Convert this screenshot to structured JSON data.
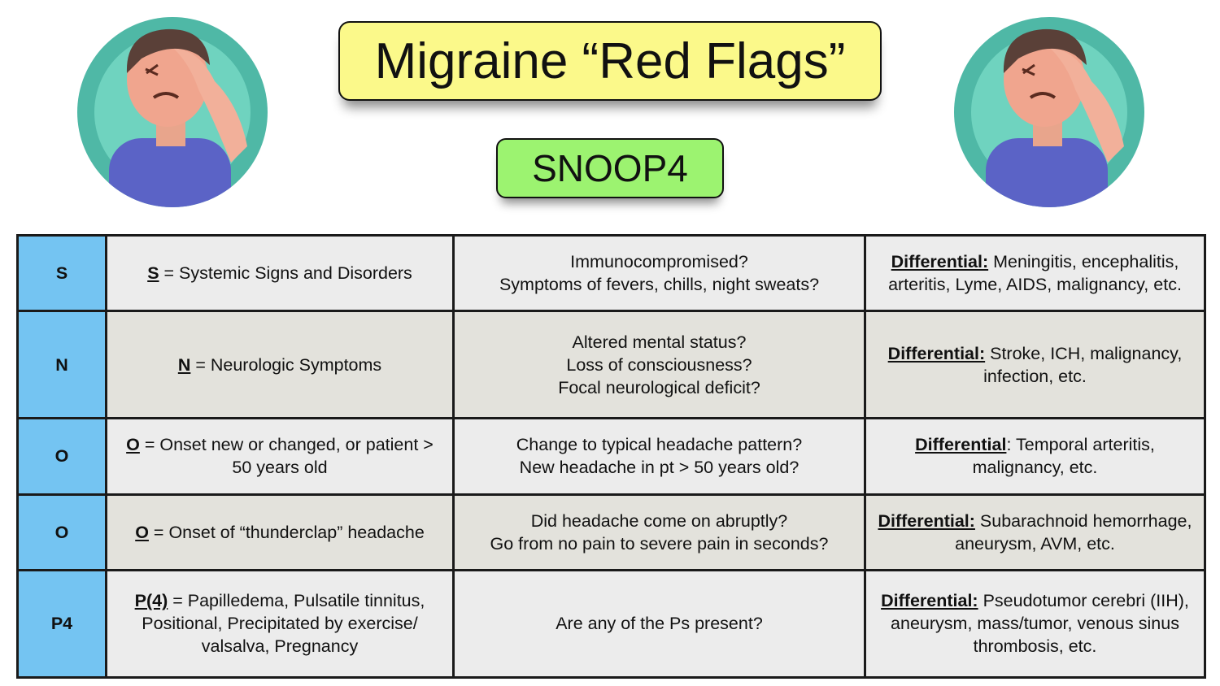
{
  "title": "Migraine “Red Flags”",
  "subtitle": "SNOOP4",
  "icons": {
    "left": "headache-person-icon",
    "right": "headache-person-icon"
  },
  "colors": {
    "title_bg": "#fbf98a",
    "subtitle_bg": "#9cf370",
    "letter_bg": "#74c4f2"
  },
  "rows": [
    {
      "letter": "S",
      "criterion_key": "S",
      "criterion_text": " = Systemic Signs and Disorders",
      "questions": [
        "Immunocompromised?",
        "Symptoms of fevers, chills, night sweats?"
      ],
      "diff_label": "Differential:",
      "diff_text": " Meningitis, encephalitis, arteritis, Lyme, AIDS, malignancy, etc."
    },
    {
      "letter": "N",
      "criterion_key": "N",
      "criterion_text": " = Neurologic Symptoms",
      "questions": [
        "Altered mental status?",
        "Loss of consciousness?",
        "Focal neurological deficit?"
      ],
      "diff_label": "Differential:",
      "diff_text": " Stroke, ICH, malignancy, infection, etc."
    },
    {
      "letter": "O",
      "criterion_key": "O",
      "criterion_text": " = Onset new or changed, or patient > 50 years old",
      "questions": [
        "Change to typical headache pattern?",
        "New headache in pt > 50 years old?"
      ],
      "diff_label": "Differential",
      "diff_text": ": Temporal arteritis, malignancy, etc."
    },
    {
      "letter": "O",
      "criterion_key": "O",
      "criterion_text": " = Onset of “thunderclap” headache",
      "questions": [
        "Did headache come on abruptly?",
        "Go from no pain to severe pain in seconds?"
      ],
      "diff_label": "Differential:",
      "diff_text": " Subarachnoid hemorrhage, aneurysm, AVM, etc."
    },
    {
      "letter": "P4",
      "criterion_key": "P(4)",
      "criterion_text": " = Papilledema, Pulsatile tinnitus, Positional, Precipitated by exercise/ valsalva, Pregnancy",
      "questions": [
        "Are any of the Ps present?"
      ],
      "diff_label": "Differential:",
      "diff_text": " Pseudotumor cerebri (IIH), aneurysm, mass/tumor, venous sinus thrombosis, etc."
    }
  ]
}
